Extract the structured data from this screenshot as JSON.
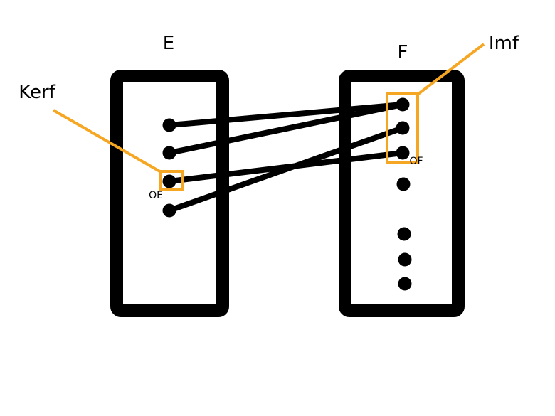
{
  "labels": {
    "set_e": "E",
    "set_f": "F",
    "kerf": "Kerf",
    "imf": "Imf",
    "oe": "OE",
    "of": "OF"
  },
  "colors": {
    "stroke": "#000000",
    "highlight": "#F5A623"
  },
  "set_e_points": 4,
  "set_f_points": 7,
  "mappings": [
    {
      "from_e": 1,
      "to_f": 1
    },
    {
      "from_e": 2,
      "to_f": 1
    },
    {
      "from_e": 3,
      "to_f": 3
    },
    {
      "from_e": 4,
      "to_f": 2
    }
  ]
}
